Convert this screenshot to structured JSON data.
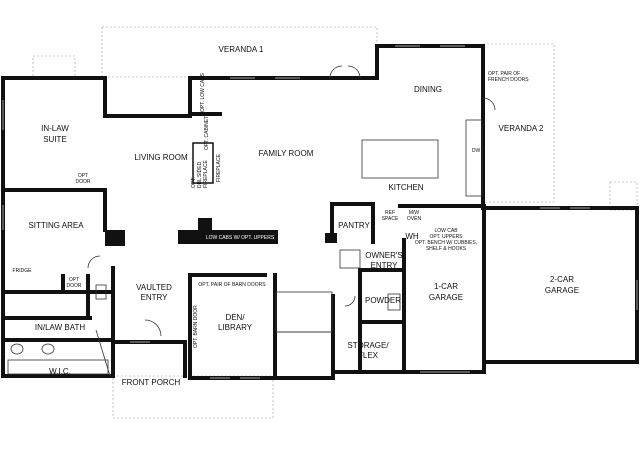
{
  "rooms": {
    "veranda_1": "VERANDA 1",
    "veranda_2": "VERANDA 2",
    "dining": "DINING",
    "in_law_suite_1": "IN-LAW",
    "in_law_suite_2": "SUITE",
    "living_room": "LIVING ROOM",
    "family_room": "FAMILY ROOM",
    "kitchen": "KITCHEN",
    "sitting_area": "SITTING AREA",
    "pantry": "PANTRY",
    "owners_entry_1": "OWNER'S",
    "owners_entry_2": "ENTRY",
    "wh": "WH",
    "one_car_garage_1": "1-CAR",
    "one_car_garage_2": "GARAGE",
    "two_car_garage_1": "2-CAR",
    "two_car_garage_2": "GARAGE",
    "vaulted_entry_1": "VAULTED",
    "vaulted_entry_2": "ENTRY",
    "den_library_1": "DEN/",
    "den_library_2": "LIBRARY",
    "powder": "POWDER",
    "storage_flex_1": "STORAGE/",
    "storage_flex_2": "FLEX",
    "in_law_bath": "IN/LAW BATH",
    "wic": "W.I.C.",
    "front_porch": "FRONT PORCH"
  },
  "notes": {
    "opt_french_doors_1": "OPT. PAIR OF",
    "opt_french_doors_2": "FRENCH DOORS",
    "opt_low_cabs": "OPT. LOW CABS",
    "opt_cabinet": "OPT. CABINET",
    "dbl_sided_fp_1": "OPT.",
    "dbl_sided_fp_2": "DBL SIDED",
    "dbl_sided_fp_3": "FIREPLACE",
    "fireplace": "FIREPLACE",
    "opt_door_1": "OPT",
    "opt_door_2": "DOOR",
    "dw": "DW",
    "ref_space_1": "REF",
    "ref_space_2": "SPACE",
    "mw_oven_1": "M/W",
    "mw_oven_2": "OVEN",
    "low_cabs_uppers": "LOW CABS W/ OPT. UPPERS",
    "bench_1": "LOW CAB",
    "bench_2": "OPT. UPPERS",
    "bench_3": "OPT. BENCH W/ CUBBIES,",
    "bench_4": "SHELF & HOOKS",
    "fridge": "FRIDGE",
    "opt_door2_1": "OPT",
    "opt_door2_2": "DOOR",
    "barn_doors": "OPT. PAIR OF BARN DOORS",
    "barn_door": "OPT. BARN DOOR"
  }
}
